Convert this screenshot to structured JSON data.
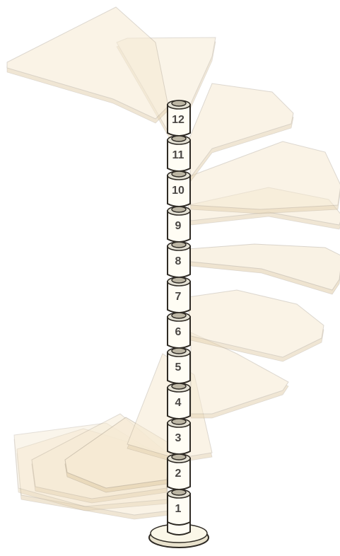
{
  "diagram": {
    "kind": "spiral-staircase",
    "colors": {
      "tread": "#f6ead3",
      "tread_edge": "#e5d3b2",
      "pole": "#fffdf4",
      "outline": "#2e2a24",
      "label": "#4a4744"
    },
    "steps": [
      {
        "label": "1"
      },
      {
        "label": "2"
      },
      {
        "label": "3"
      },
      {
        "label": "4"
      },
      {
        "label": "5"
      },
      {
        "label": "6"
      },
      {
        "label": "7"
      },
      {
        "label": "8"
      },
      {
        "label": "9"
      },
      {
        "label": "10"
      },
      {
        "label": "11"
      },
      {
        "label": "12"
      }
    ]
  }
}
